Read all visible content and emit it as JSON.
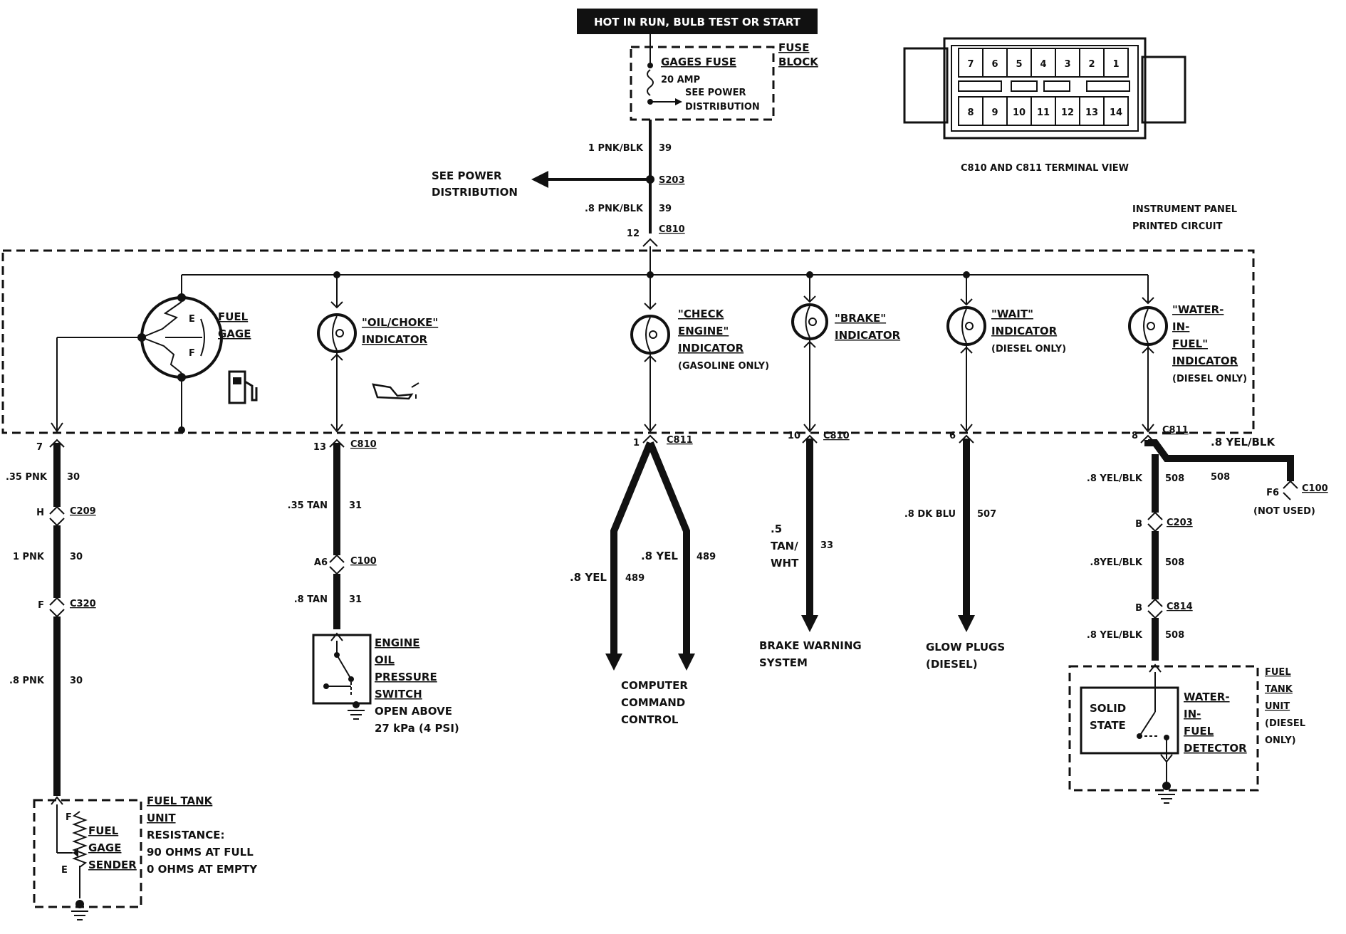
{
  "header": {
    "power_label": "HOT IN RUN,   BULB TEST OR START",
    "fuse_block_1": "FUSE",
    "fuse_block_2": "BLOCK",
    "fuse_name": "GAGES FUSE",
    "fuse_rating": "20 AMP",
    "see_power_1": "SEE POWER",
    "see_power_2": "DISTRIBUTION"
  },
  "terminal_view": {
    "title": "C810 AND C811 TERMINAL VIEW",
    "top_row": [
      "7",
      "6",
      "5",
      "4",
      "3",
      "2",
      "1"
    ],
    "bottom_row": [
      "8",
      "9",
      "10",
      "11",
      "12",
      "13",
      "14"
    ]
  },
  "feed": {
    "wire_upper": "1 PNK/BLK",
    "circuit_upper": "39",
    "splice": "S203",
    "see_power_1": "SEE POWER",
    "see_power_2": "DISTRIBUTION",
    "wire_lower": ".8 PNK/BLK",
    "circuit_lower": "39",
    "pin": "12",
    "connector": "C810"
  },
  "panel": {
    "title_1": "INSTRUMENT PANEL",
    "title_2": "PRINTED CIRCUIT"
  },
  "indicators": {
    "fuel_gage_1": "FUEL",
    "fuel_gage_2": "GAGE",
    "gage_e": "E",
    "gage_f": "F",
    "oil_1": "\"OIL/CHOKE\"",
    "oil_2": "INDICATOR",
    "check_1": "\"CHECK",
    "check_2": "ENGINE\"",
    "check_3": "INDICATOR",
    "check_4": "(GASOLINE ONLY)",
    "brake_1": "\"BRAKE\"",
    "brake_2": "INDICATOR",
    "wait_1": "\"WAIT\"",
    "wait_2": "INDICATOR",
    "wait_3": "(DIESEL ONLY)",
    "wif_1": "\"WATER-",
    "wif_2": "IN-",
    "wif_3": "FUEL\"",
    "wif_4": "INDICATOR",
    "wif_5": "(DIESEL ONLY)"
  },
  "fuel_circuit": {
    "pin": "7",
    "wire1": ".35 PNK",
    "circ1": "30",
    "conn1_pin": "H",
    "conn1": "C209",
    "wire2": "1 PNK",
    "circ2": "30",
    "conn2_pin": "F",
    "conn2": "C320",
    "wire3": ".8 PNK",
    "circ3": "30",
    "unit_1": "FUEL TANK",
    "unit_2": "UNIT",
    "unit_3": "RESISTANCE:",
    "unit_4": "90 OHMS AT FULL",
    "unit_5": "0 OHMS AT EMPTY",
    "sender_1": "FUEL",
    "sender_2": "GAGE",
    "sender_3": "SENDER",
    "sender_f": "F",
    "sender_e": "E"
  },
  "oil_circuit": {
    "pin": "13",
    "conn": "C810",
    "wire1": ".35 TAN",
    "circ1": "31",
    "conn2_pin": "A6",
    "conn2": "C100",
    "wire2": ".8 TAN",
    "circ2": "31",
    "switch_1": "ENGINE",
    "switch_2": "OIL",
    "switch_3": "PRESSURE",
    "switch_4": "SWITCH",
    "switch_5": "OPEN ABOVE",
    "switch_6": "27 kPa (4 PSI)"
  },
  "check_circuit": {
    "pin": "1",
    "conn": "C811",
    "wire_left": ".8 YEL",
    "circ_left": "489",
    "wire_right": ".8 YEL",
    "circ_right": "489",
    "dest_1": "COMPUTER",
    "dest_2": "COMMAND",
    "dest_3": "CONTROL"
  },
  "brake_circuit": {
    "pin": "10",
    "conn": "C810",
    "wire_1": ".5",
    "wire_2": "TAN/",
    "wire_3": "WHT",
    "circ": "33",
    "dest_1": "BRAKE WARNING",
    "dest_2": "SYSTEM"
  },
  "glow_circuit": {
    "pin": "6",
    "wire": ".8 DK BLU",
    "circ": "507",
    "dest_1": "GLOW PLUGS",
    "dest_2": "(DIESEL)"
  },
  "wif_circuit": {
    "pin": "8",
    "conn": "C811",
    "branch_wire": ".8 YEL/BLK",
    "branch_circ": "508",
    "branch_pin": "F6",
    "branch_conn": "C100",
    "branch_note": "(NOT USED)",
    "wire1": ".8 YEL/BLK",
    "circ1": "508",
    "conn2_pin": "B",
    "conn2": "C203",
    "wire2": ".8YEL/BLK",
    "circ2": "508",
    "conn3_pin": "B",
    "conn3": "C814",
    "wire3": ".8 YEL/BLK",
    "circ3": "508",
    "solid_1": "SOLID",
    "solid_2": "STATE",
    "det_1": "WATER-",
    "det_2": "IN-",
    "det_3": "FUEL",
    "det_4": "DETECTOR",
    "unit_1": "FUEL",
    "unit_2": "TANK",
    "unit_3": "UNIT",
    "unit_4": "(DIESEL",
    "unit_5": "ONLY)"
  }
}
